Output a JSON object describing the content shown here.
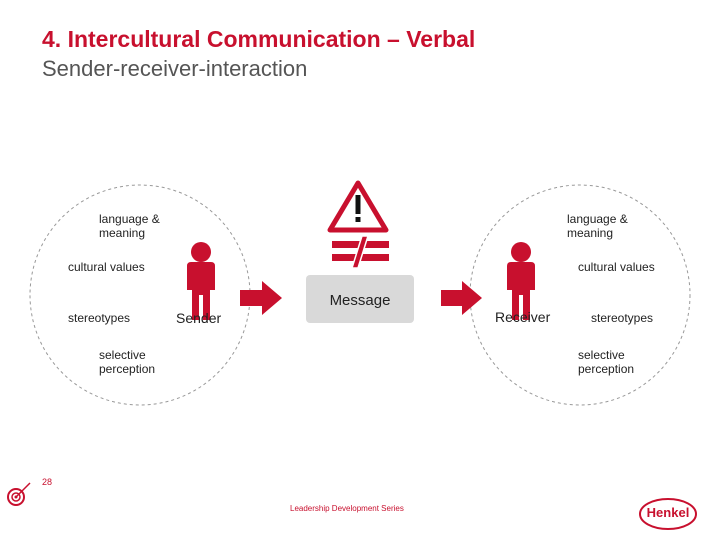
{
  "title": "4. Intercultural Communication – Verbal",
  "subtitle": "Sender-receiver-interaction",
  "left_sphere": {
    "language": [
      "language &",
      "meaning"
    ],
    "cultural": "cultural values",
    "stereotypes": "stereotypes",
    "perception": [
      "selective",
      "perception"
    ]
  },
  "right_sphere": {
    "language": [
      "language &",
      "meaning"
    ],
    "cultural": "cultural values",
    "stereotypes": "stereotypes",
    "perception": [
      "selective",
      "perception"
    ]
  },
  "sender_label": "Sender",
  "receiver_label": "Receiver",
  "message_label": "Message",
  "footer": {
    "page_number": "28",
    "series": "Leadership Development Series",
    "brand": "Henkel"
  },
  "colors": {
    "accent_red": "#c8102e",
    "message_box": "#d9d9d9",
    "subtitle_gray": "#555555"
  },
  "icons": [
    "warning-triangle-icon",
    "not-equal-icon",
    "person-icon",
    "arrow-right-icon",
    "target-icon",
    "henkel-logo"
  ]
}
